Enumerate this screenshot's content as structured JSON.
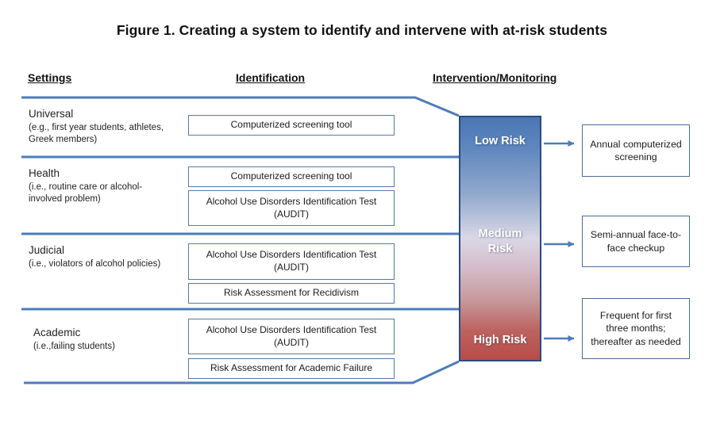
{
  "figure": {
    "title": "Figure 1. Creating a system to identify and intervene with at-risk students"
  },
  "headers": {
    "settings": "Settings",
    "identification": "Identification",
    "intervention": "Intervention/Monitoring"
  },
  "settings": [
    {
      "name": "Universal",
      "detail": "(e.g., first year students, athletes, Greek members)"
    },
    {
      "name": "Health",
      "detail": "(i.e., routine care or alcohol-involved problem)"
    },
    {
      "name": "Judicial",
      "detail": "(i.e., violators of alcohol policies)"
    },
    {
      "name": "Academic",
      "detail": "(i.e.,failing students)"
    }
  ],
  "identification": {
    "universal_screening": "Computerized screening tool",
    "health_screening": "Computerized screening tool",
    "health_audit": "Alcohol Use Disorders Identification Test (AUDIT)",
    "judicial_audit": "Alcohol Use Disorders Identification Test (AUDIT)",
    "judicial_recidivism": "Risk Assessment for Recidivism",
    "academic_audit": "Alcohol Use Disorders Identification Test (AUDIT)",
    "academic_failure": "Risk Assessment for Academic Failure"
  },
  "risk_levels": {
    "low": "Low Risk",
    "medium": "Medium Risk",
    "high": "High Risk"
  },
  "interventions": {
    "low": "Annual computerized screening",
    "medium": "Semi-annual face-to-face checkup",
    "high": "Frequent for first three months; thereafter as needed"
  },
  "colors": {
    "connector_blue": "#4d7cba",
    "box_border_blue": "#5479ac",
    "intervention_box_border": "#4a6b99",
    "risk_border_navy": "#2b4a7d",
    "risk_gradient_top_blue": "#4a76b3",
    "risk_gradient_middle_light": "#d9d8e5",
    "risk_gradient_bottom_red": "#b84c49"
  }
}
